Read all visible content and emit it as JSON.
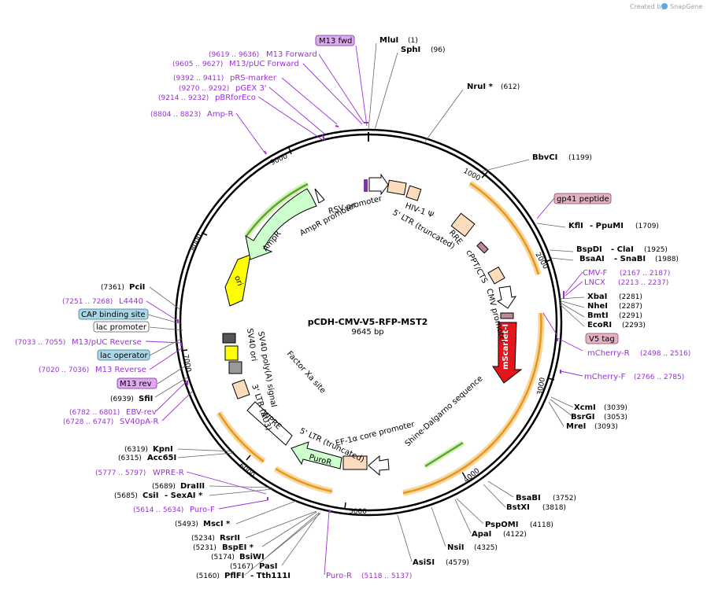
{
  "credit": "Created by",
  "brand": "SnapGene",
  "plasmid": {
    "name": "pCDH-CMV-V5-RFP-MST2",
    "length": "9645 bp"
  },
  "ticks": [
    "1000",
    "2000",
    "3000",
    "4000",
    "5000",
    "6000",
    "7000",
    "8000",
    "9000"
  ],
  "enzymes_right": [
    {
      "name": "MluI",
      "pos": "(1)"
    },
    {
      "name": "SphI",
      "pos": "(96)"
    },
    {
      "name": "NruI *",
      "pos": "(612)"
    },
    {
      "name": "BbvCI",
      "pos": "(1199)"
    },
    {
      "name": "KflI",
      "name2": "- PpuMI",
      "pos": "(1709)"
    },
    {
      "name": "BspDI",
      "name2": "- ClaI",
      "pos": "(1925)"
    },
    {
      "name": "BsaAI",
      "name2": "- SnaBI",
      "pos": "(1988)"
    },
    {
      "name": "XbaI",
      "pos": "(2281)"
    },
    {
      "name": "NheI",
      "pos": "(2287)"
    },
    {
      "name": "BmtI",
      "pos": "(2291)"
    },
    {
      "name": "EcoRI",
      "pos": "(2293)"
    },
    {
      "name": "XcmI",
      "pos": "(3039)"
    },
    {
      "name": "BsrGI",
      "pos": "(3053)"
    },
    {
      "name": "MreI",
      "pos": "(3093)"
    },
    {
      "name": "BsaBI",
      "pos": "(3752)"
    },
    {
      "name": "BstXI",
      "pos": "(3818)"
    },
    {
      "name": "PspOMI",
      "pos": "(4118)"
    },
    {
      "name": "ApaI",
      "pos": "(4122)"
    },
    {
      "name": "NsiI",
      "pos": "(4325)"
    },
    {
      "name": "AsiSI",
      "pos": "(4579)"
    }
  ],
  "enzymes_left": [
    {
      "name": "PciI",
      "pos": "(7361)"
    },
    {
      "name": "SfiI",
      "pos": "(6939)"
    },
    {
      "name": "KpnI",
      "pos": "(6319)"
    },
    {
      "name": "Acc65I",
      "pos": "(6315)"
    },
    {
      "name": "DraIII",
      "pos": "(5689)"
    },
    {
      "name": "CsiI",
      "name2": "- SexAI *",
      "pos": "(5685)"
    },
    {
      "name": "MscI *",
      "pos": "(5493)"
    },
    {
      "name": "RsrII",
      "pos": "(5234)"
    },
    {
      "name": "BspEI *",
      "pos": "(5231)"
    },
    {
      "name": "BsiWI",
      "pos": "(5174)"
    },
    {
      "name": "PasI",
      "pos": "(5167)"
    },
    {
      "name": "PflFI",
      "name2": "- Tth111I",
      "pos": "(5160)"
    }
  ],
  "primers_left": [
    {
      "name": "M13 Forward",
      "pos": "(9619 .. 9636)"
    },
    {
      "name": "M13/pUC Forward",
      "pos": "(9605 .. 9627)"
    },
    {
      "name": "pRS-marker",
      "pos": "(9392 .. 9411)"
    },
    {
      "name": "pGEX 3'",
      "pos": "(9270 .. 9292)"
    },
    {
      "name": "pBRforEco",
      "pos": "(9214 .. 9232)"
    },
    {
      "name": "Amp-R",
      "pos": "(8804 .. 8823)"
    },
    {
      "name": "L4440",
      "pos": "(7251 .. 7268)"
    },
    {
      "name": "M13/pUC Reverse",
      "pos": "(7033 .. 7055)"
    },
    {
      "name": "M13 Reverse",
      "pos": "(7020 .. 7036)"
    },
    {
      "name": "EBV-rev",
      "pos": "(6782 .. 6801)"
    },
    {
      "name": "SV40pA-R",
      "pos": "(6728 .. 6747)"
    },
    {
      "name": "WPRE-R",
      "pos": "(5777 .. 5797)"
    },
    {
      "name": "Puro-F",
      "pos": "(5614 .. 5634)"
    },
    {
      "name": "Puro-R",
      "pos": "(5118 .. 5137)"
    }
  ],
  "primers_right": [
    {
      "name": "CMV-F",
      "pos": "(2167 .. 2187)"
    },
    {
      "name": "LNCX",
      "pos": "(2213 .. 2237)"
    },
    {
      "name": "mCherry-R",
      "pos": "(2498 .. 2516)"
    },
    {
      "name": "mCherry-F",
      "pos": "(2766 .. 2785)"
    }
  ],
  "boxed_labels": {
    "m13_fwd": "M13 fwd",
    "gp41": "gp41 peptide",
    "v5": "V5 tag",
    "cap": "CAP binding site",
    "lacprom": "lac promoter",
    "lacop": "lac operator",
    "m13rev": "M13 rev"
  },
  "features": {
    "rsv": "RSV promoter",
    "hiv": "HIV-1 Ψ",
    "ltr5": "5' LTR (truncated)",
    "rre": "RRE",
    "cppt": "cPPT/CTS",
    "cmvp": "CMV promoter",
    "mscarlet": "mScarlet-I",
    "shine": "Shine-Dalgarno sequence",
    "ef1a": "EF-1α core promoter",
    "ltr5b": "5' LTR (truncated)",
    "puror": "PuroR",
    "wpre": "WPRE",
    "ltr3": "3' LTR (ΔU3)",
    "factorxa": "Factor Xa site",
    "sv40pa": "SV40 poly(A) signal",
    "sv40ori": "SV40 ori",
    "ori": "ori",
    "ampr": "AmpR",
    "amprprom": "AmpR promoter"
  },
  "colors": {
    "primer": "#9b30d9",
    "orange": "#f0a020",
    "green": "#6ab63c",
    "red": "#e8141b",
    "yellow": "#ffff00",
    "lightgreen": "#ccffcc",
    "peach": "#fcdcbc"
  }
}
